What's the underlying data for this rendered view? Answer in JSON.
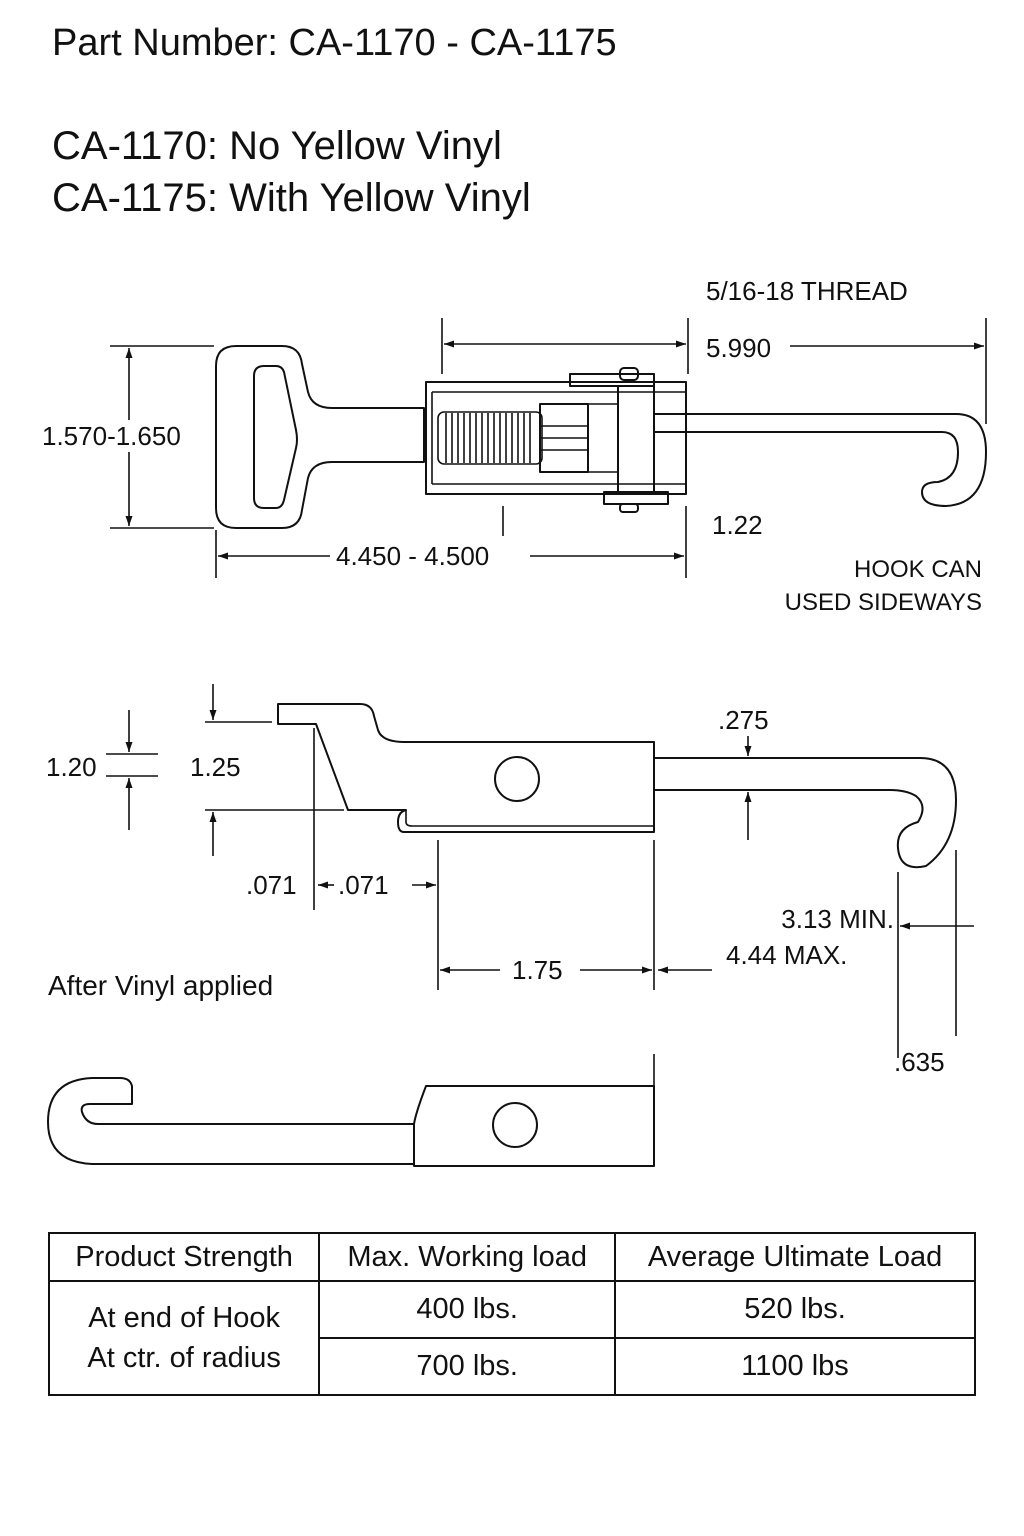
{
  "header": {
    "title": "Part Number: CA-1170 - CA-1175",
    "variant_1": "CA-1170: No Yellow Vinyl",
    "variant_2": "CA-1175: With Yellow Vinyl"
  },
  "top_view": {
    "thread_note": "5/16-18 THREAD",
    "overall_length": "5.990",
    "height_range": "1.570-1.650",
    "base_length_range": "4.450 - 4.500",
    "hook_offset": "1.22",
    "hook_note_line1": "HOOK CAN",
    "hook_note_line2": "USED SIDEWAYS"
  },
  "side_view": {
    "dim_1_20": "1.20",
    "dim_1_25": "1.25",
    "dim_275": ".275",
    "dim_071_a": ".071",
    "dim_071_b": ".071",
    "dim_1_75": "1.75",
    "dim_min": "3.13 MIN.",
    "dim_max": "4.44 MAX.",
    "dim_635": ".635",
    "vinyl_label": "After Vinyl applied"
  },
  "strength_table": {
    "row_header": "Product Strength",
    "col_working": "Max. Working load",
    "col_ultimate": "Average Ultimate Load",
    "row1_label": "At end of Hook",
    "row2_label": "At ctr. of radius",
    "row1_working": "400 lbs.",
    "row1_ultimate": "520 lbs.",
    "row2_working": "700 lbs.",
    "row2_ultimate": "1100 lbs"
  }
}
